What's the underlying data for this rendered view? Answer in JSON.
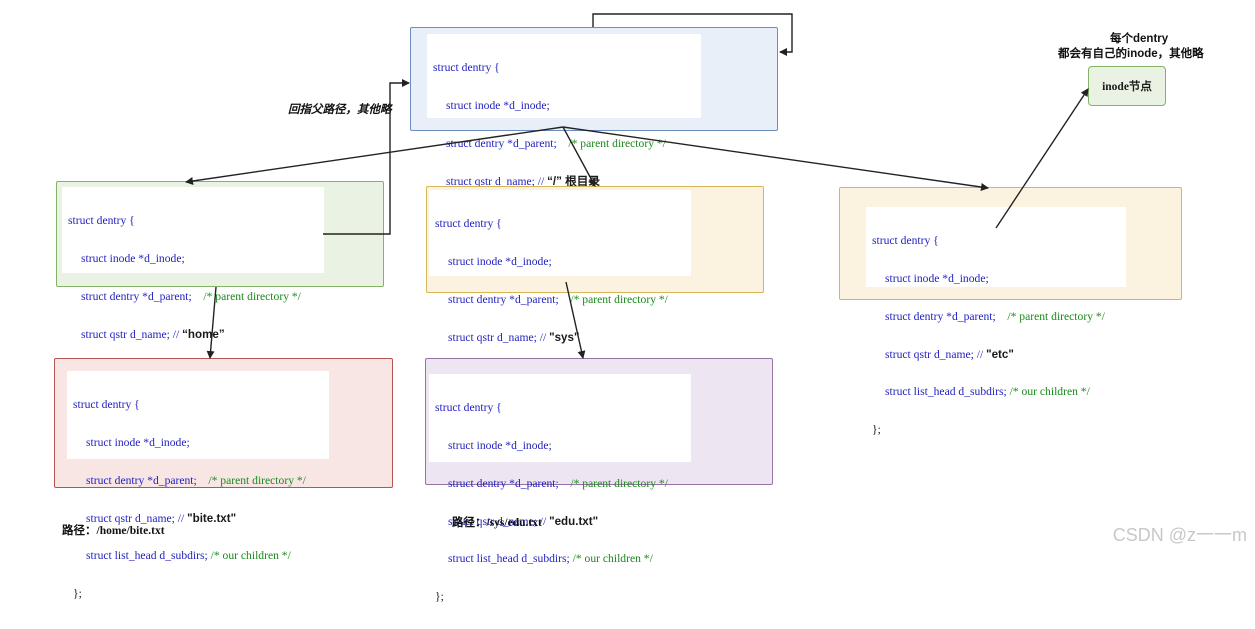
{
  "code": {
    "open": "struct dentry {",
    "inode_line": "struct inode *d_inode;",
    "parent_line": "struct dentry *d_parent;",
    "parent_comment": "/* parent directory */",
    "name_prefix": "struct qstr d_name; // ",
    "subdirs_line": "struct list_head d_subdirs;",
    "subdirs_comment": "/* our children */",
    "close": "};"
  },
  "nodes": {
    "root": {
      "name": "“/”",
      "extra": " 根目录"
    },
    "home": {
      "name": "“home”"
    },
    "sys": {
      "name": "\"sys\""
    },
    "etc": {
      "name": "\"etc\""
    },
    "bite": {
      "name": "\"bite.txt\""
    },
    "edu": {
      "name": "\"edu.txt\""
    }
  },
  "notes": {
    "parent_note": "回指父路径，其他略",
    "inode_note_line1": "每个dentry",
    "inode_note_line2": "都会有自己的inode，其他略",
    "inode_node": "inode节点"
  },
  "paths": {
    "path1": "路径：/home/bite.txt",
    "path2": "路径：/sys/edu.txt"
  },
  "watermark": "CSDN @z一一m",
  "colors": {
    "blue": "#6c8ebf",
    "green": "#82b366",
    "yellow": "#d6b656",
    "red": "#b85450",
    "purple": "#9673a6"
  }
}
